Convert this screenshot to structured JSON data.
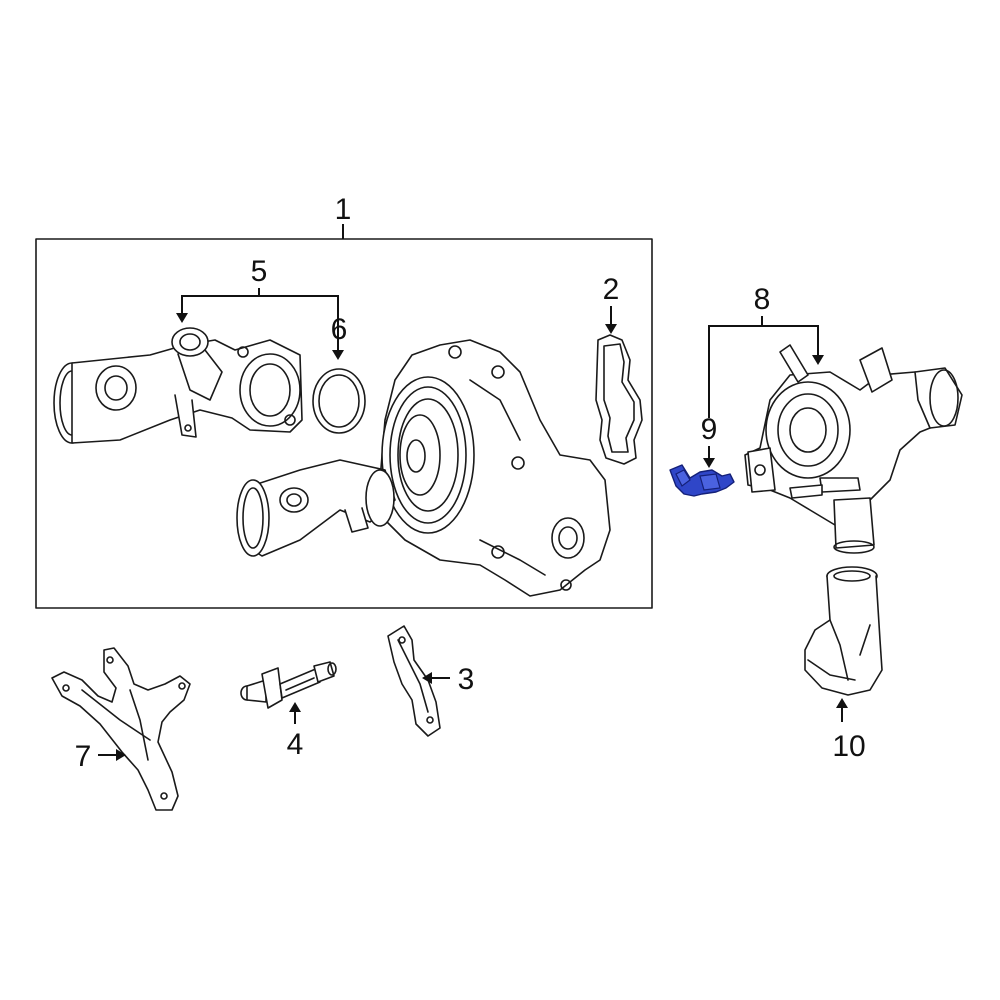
{
  "callouts": {
    "c1": "1",
    "c2": "2",
    "c3": "3",
    "c4": "4",
    "c5": "5",
    "c6": "6",
    "c7": "7",
    "c8": "8",
    "c9": "9",
    "c10": "10"
  },
  "colors": {
    "highlight": "#2f46c8",
    "line": "#1a1a1a",
    "background": "#ffffff"
  }
}
